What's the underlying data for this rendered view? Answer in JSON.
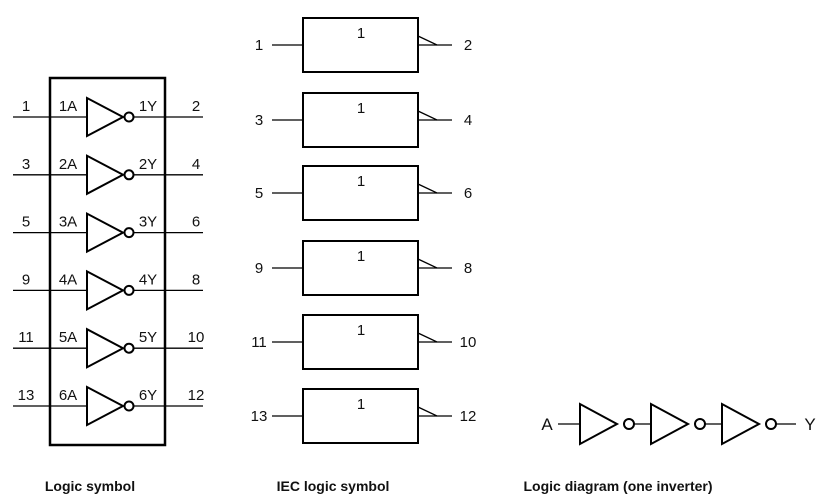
{
  "logic_symbol": {
    "caption": "Logic symbol",
    "gates": [
      {
        "in_pin": "1",
        "in_name": "1A",
        "out_name": "1Y",
        "out_pin": "2"
      },
      {
        "in_pin": "3",
        "in_name": "2A",
        "out_name": "2Y",
        "out_pin": "4"
      },
      {
        "in_pin": "5",
        "in_name": "3A",
        "out_name": "3Y",
        "out_pin": "6"
      },
      {
        "in_pin": "9",
        "in_name": "4A",
        "out_name": "4Y",
        "out_pin": "8"
      },
      {
        "in_pin": "11",
        "in_name": "5A",
        "out_name": "5Y",
        "out_pin": "10"
      },
      {
        "in_pin": "13",
        "in_name": "6A",
        "out_name": "6Y",
        "out_pin": "12"
      }
    ]
  },
  "iec_symbol": {
    "caption": "IEC logic symbol",
    "boxes": [
      {
        "in_pin": "1",
        "func": "1",
        "out_pin": "2"
      },
      {
        "in_pin": "3",
        "func": "1",
        "out_pin": "4"
      },
      {
        "in_pin": "5",
        "func": "1",
        "out_pin": "6"
      },
      {
        "in_pin": "9",
        "func": "1",
        "out_pin": "8"
      },
      {
        "in_pin": "11",
        "func": "1",
        "out_pin": "10"
      },
      {
        "in_pin": "13",
        "func": "1",
        "out_pin": "12"
      }
    ]
  },
  "logic_diagram": {
    "caption": "Logic diagram (one inverter)",
    "input": "A",
    "output": "Y",
    "stages": 3
  }
}
